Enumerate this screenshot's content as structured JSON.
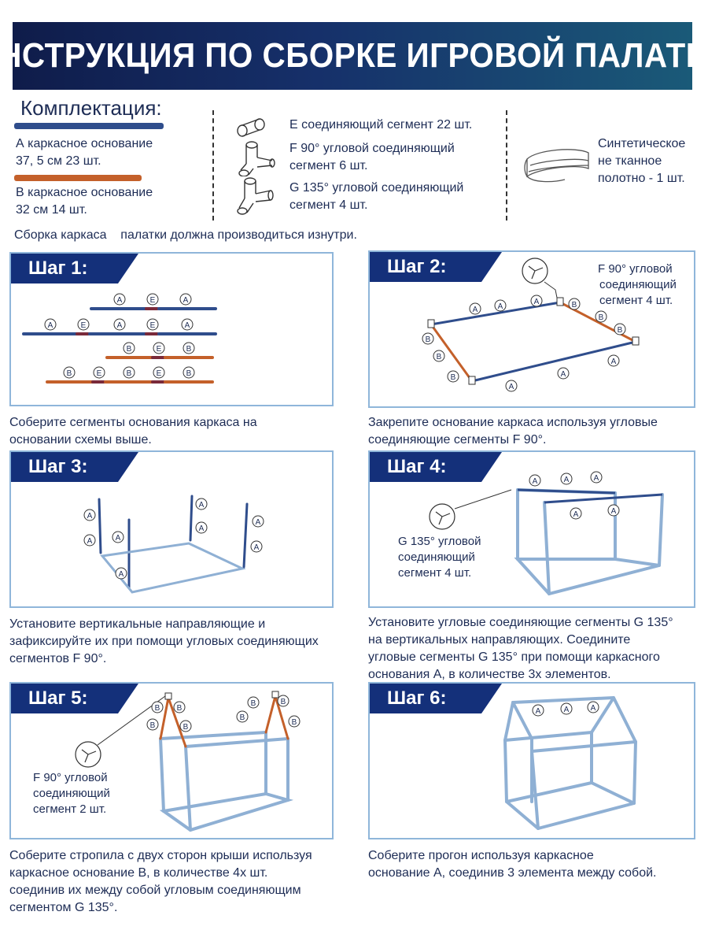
{
  "title": "ИНСТРУКЦИЯ ПО СБОРКЕ ИГРОВОЙ ПАЛАТКИ",
  "kit": {
    "heading": "Комплектация:",
    "rod_a_line1": "А каркасное основание",
    "rod_a_line2": "37, 5 см   23 шт.",
    "rod_b_line1": "В каркасное основание",
    "rod_b_line2": "32 см 14 шт.",
    "part_e": "Е соединяющий сегмент 22 шт.",
    "part_f_line1": "F 90° угловой соединяющий",
    "part_f_line2": "сегмент 6 шт.",
    "part_g_line1": "G 135° угловой соединяющий",
    "part_g_line2": "сегмент 4 шт.",
    "fabric_line1": "Синтетическое",
    "fabric_line2": "не тканное",
    "fabric_line3": "полотно - 1 шт."
  },
  "intro": "Сборка каркаса    палатки должна производиться изнутри.",
  "colors": {
    "rod_a": "#2f4d8c",
    "rod_b": "#c4602a",
    "tab": "#14307a",
    "border": "#8fb6da"
  },
  "steps": [
    {
      "tab": "Шаг 1:",
      "caption_line1": "Соберите сегменты основания каркаса  на",
      "caption_line2": "основании схемы выше."
    },
    {
      "tab": "Шаг 2:",
      "callout_line1": "F 90° угловой",
      "callout_line2": "соединяющий",
      "callout_line3": "сегмент 4 шт.",
      "caption_line1": "Закрепите  основание каркаса  используя угловые",
      "caption_line2": "соединяющие сегменты F 90°."
    },
    {
      "tab": "Шаг 3:",
      "caption_line1": "Установите  вертикальные направляющие и",
      "caption_line2": "зафиксируйте их при помощи угловых соединяющих",
      "caption_line3": "сегментов F 90°."
    },
    {
      "tab": "Шаг 4:",
      "callout_line1": "G 135° угловой",
      "callout_line2": "соединяющий",
      "callout_line3": "сегмент 4 шт.",
      "caption_line1": "Установите угловые соединяющие сегменты G 135°",
      "caption_line2": "на вертикальных направляющих. Соедините",
      "caption_line3": "угловые сегменты G 135° при помощи каркасного",
      "caption_line4": "основания А, в количестве 3х элементов."
    },
    {
      "tab": "Шаг 5:",
      "callout_line1": "F 90° угловой",
      "callout_line2": "соединяющий",
      "callout_line3": "сегмент 2 шт.",
      "caption_line1": "Соберите стропила с двух сторон крыши используя",
      "caption_line2": "каркасное основание В, в количестве 4х шт.",
      "caption_line3": "соединив их между собой угловым соединяющим",
      "caption_line4": "сегментом G 135°."
    },
    {
      "tab": "Шаг 6:",
      "caption_line1": "Соберите прогон используя каркасное",
      "caption_line2": "основание А, соединив 3 элемента между собой."
    }
  ],
  "marks": {
    "a": "A",
    "b": "B",
    "e": "E"
  }
}
